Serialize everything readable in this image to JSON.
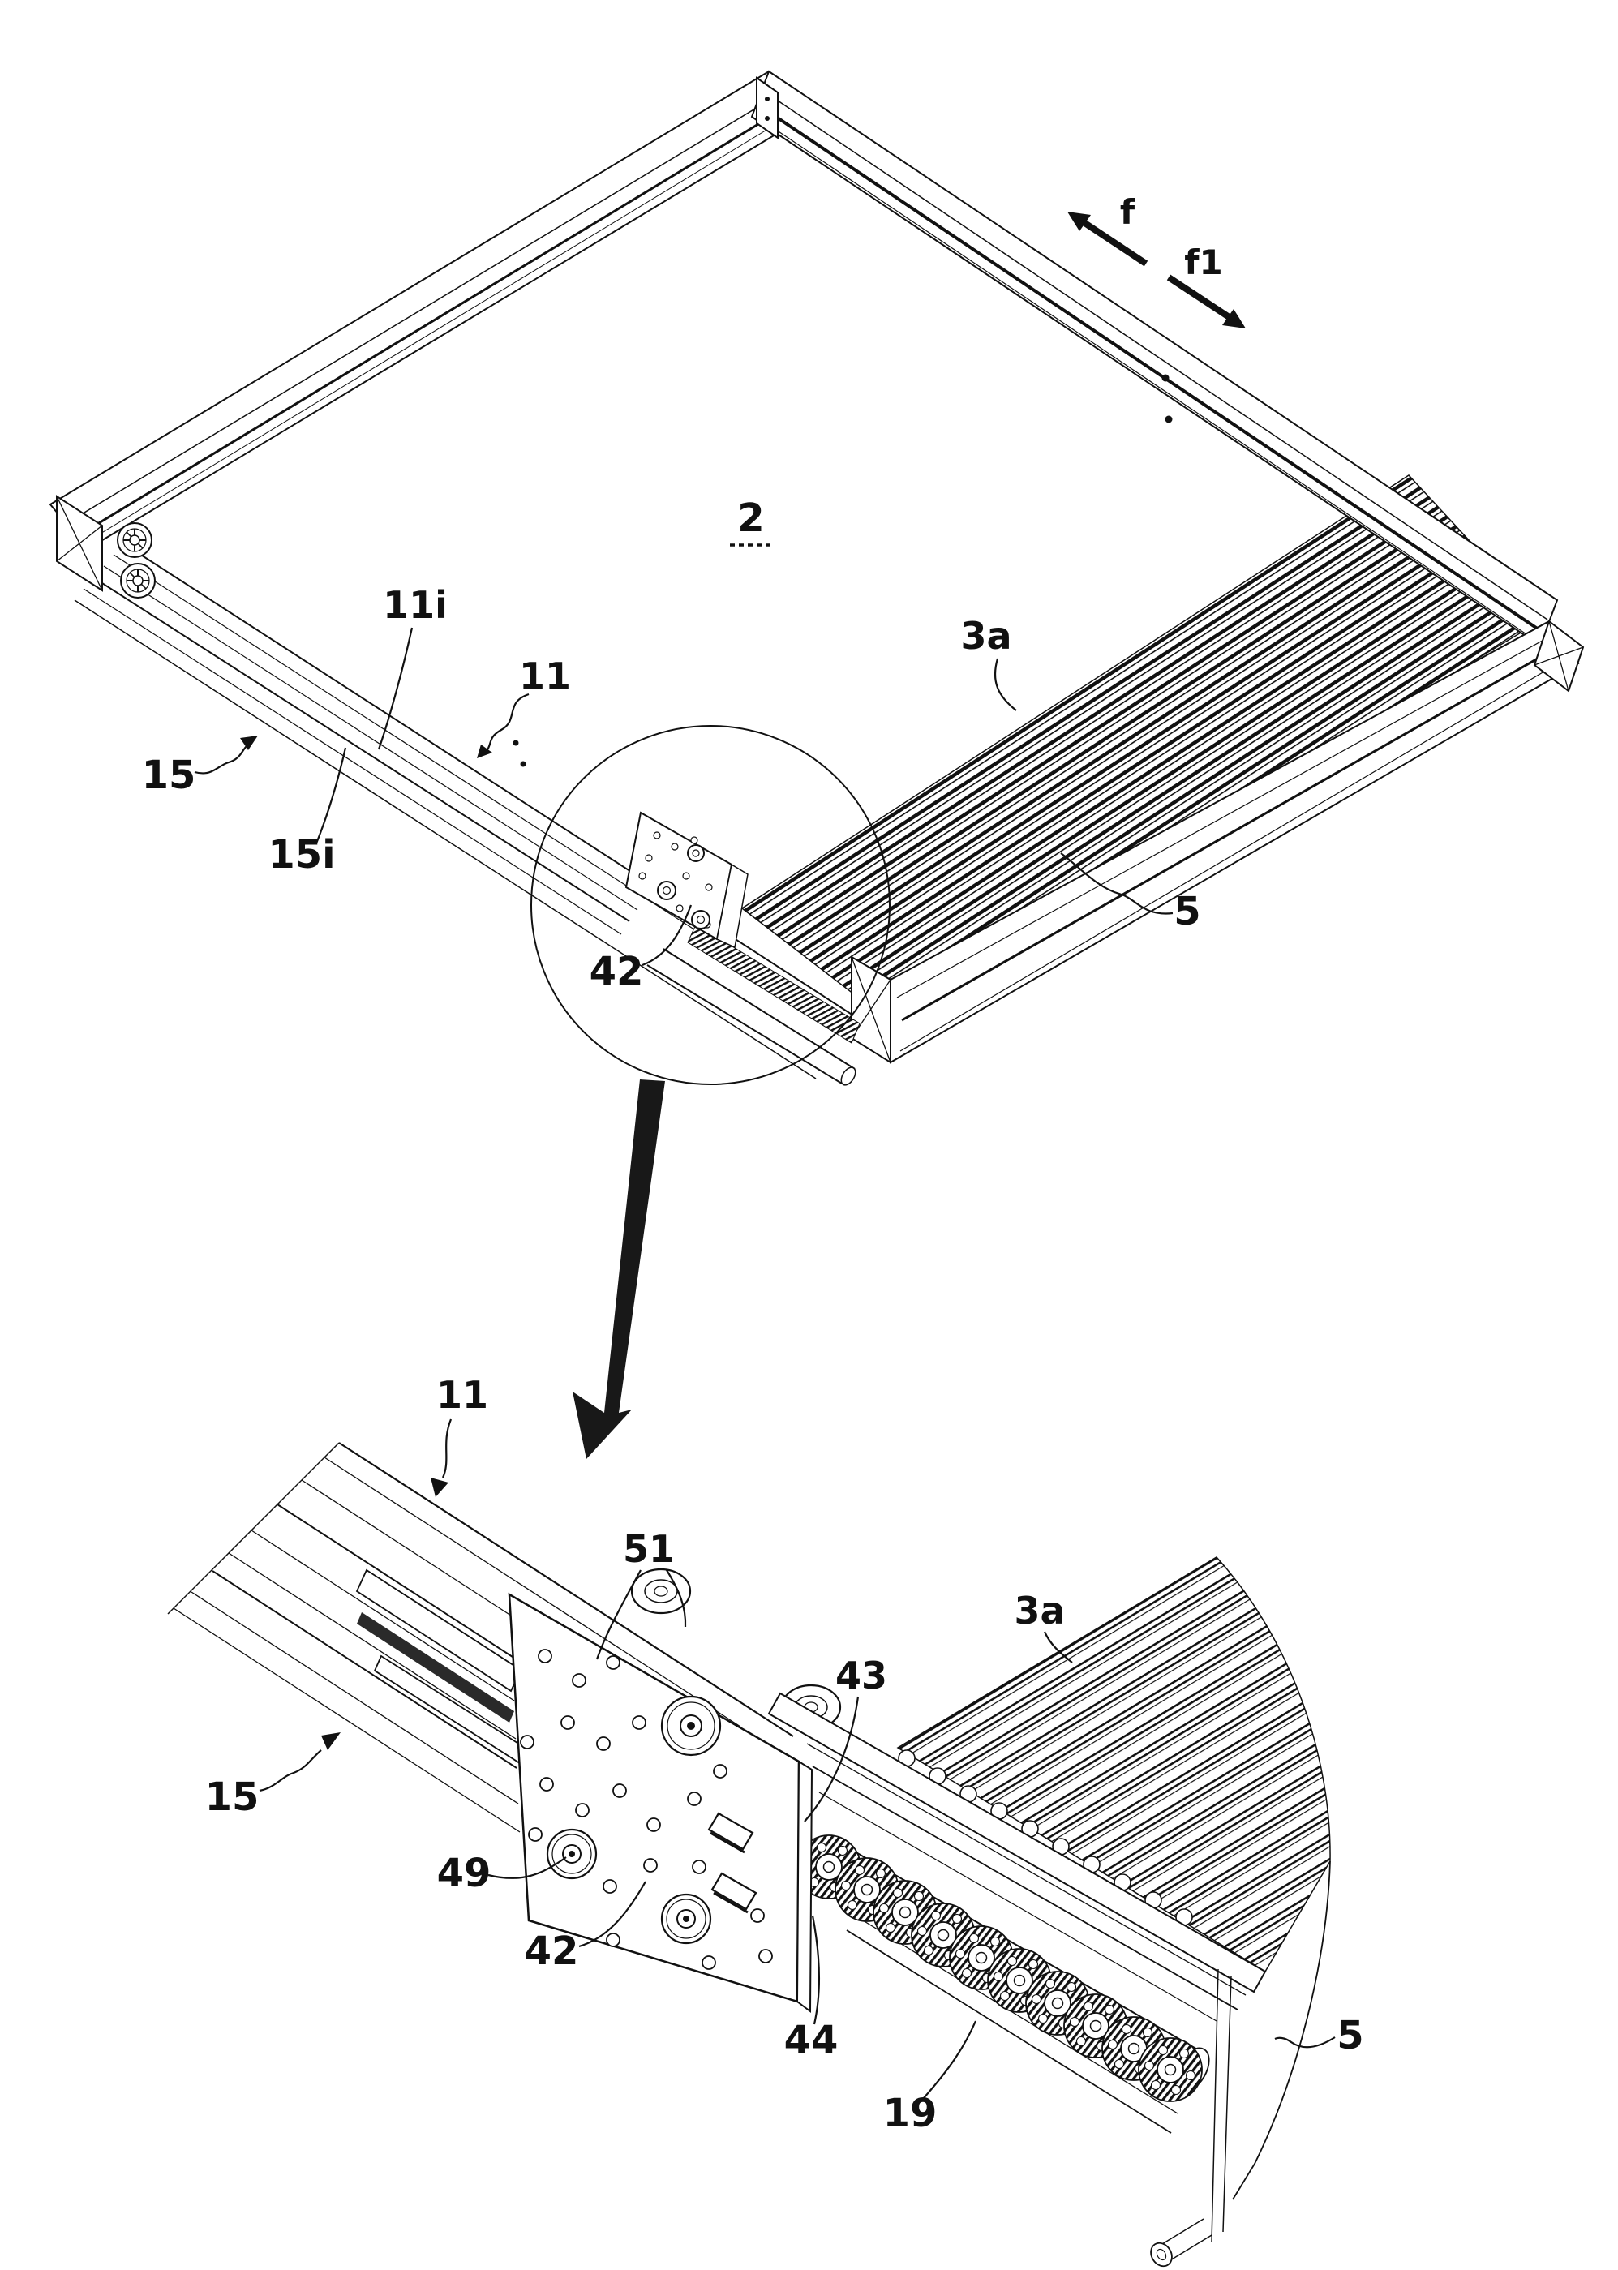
{
  "figure": {
    "background": "#ffffff",
    "ink": "#111111",
    "type": "patent-line-drawing",
    "direction_arrows": [
      {
        "id": "f",
        "label": "f"
      },
      {
        "id": "f1",
        "label": "f1"
      }
    ],
    "main_view": {
      "name": "awning-frame-overview",
      "assembly_designator": "2",
      "labels": [
        {
          "ref": "2"
        },
        {
          "ref": "3a"
        },
        {
          "ref": "5"
        },
        {
          "ref": "11"
        },
        {
          "ref": "11i"
        },
        {
          "ref": "15"
        },
        {
          "ref": "15i"
        },
        {
          "ref": "42"
        }
      ]
    },
    "detail_view": {
      "name": "carriage-detail",
      "labels": [
        {
          "ref": "11"
        },
        {
          "ref": "51"
        },
        {
          "ref": "43"
        },
        {
          "ref": "3a"
        },
        {
          "ref": "15"
        },
        {
          "ref": "49"
        },
        {
          "ref": "42"
        },
        {
          "ref": "44"
        },
        {
          "ref": "19"
        },
        {
          "ref": "5"
        }
      ]
    }
  }
}
